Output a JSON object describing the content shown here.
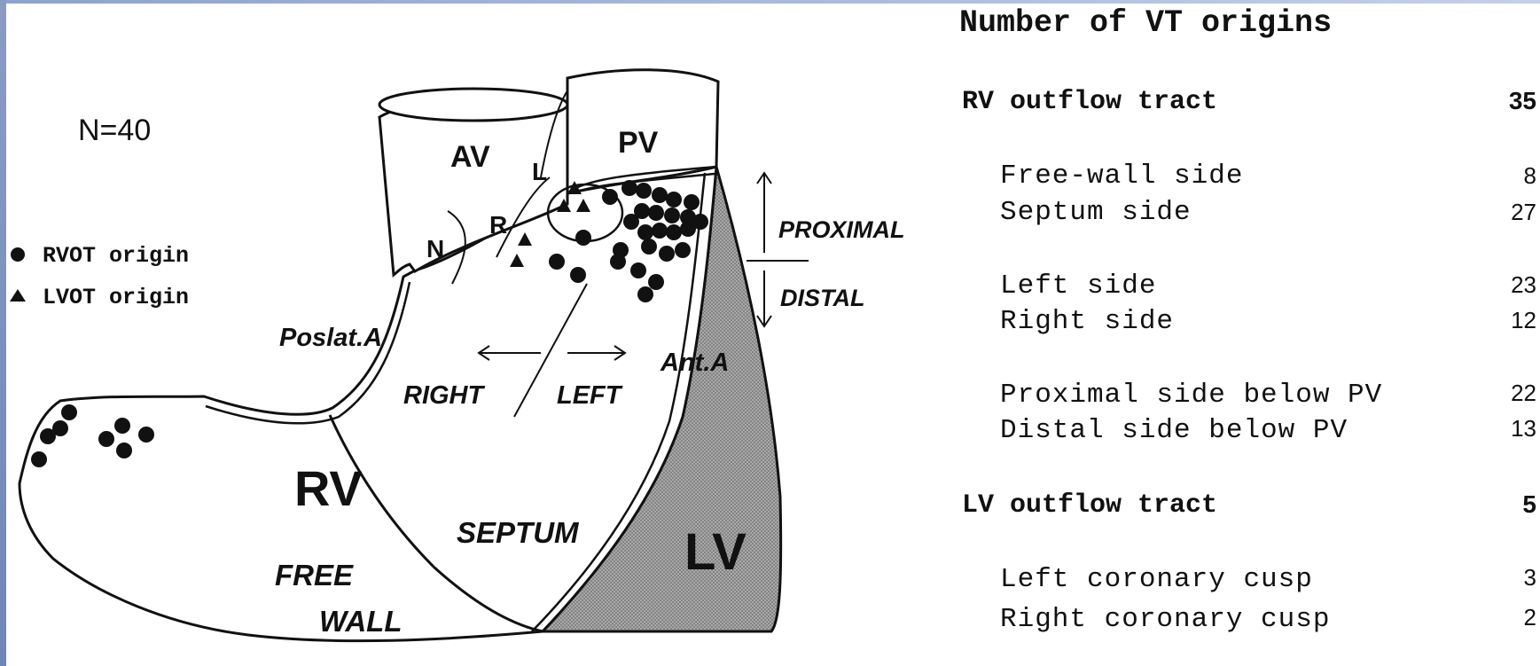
{
  "diagram": {
    "n_label": "N=40",
    "legend": [
      {
        "symbol": "●",
        "label": "RVOT origin"
      },
      {
        "symbol": "▲",
        "label": "LVOT origin"
      }
    ],
    "labels": {
      "av": "AV",
      "pv": "PV",
      "cusp_l": "L",
      "cusp_r": "R",
      "cusp_n": "N",
      "proximal": "PROXIMAL",
      "distal": "DISTAL",
      "poslat": "Poslat.A",
      "ant": "Ant.A",
      "right": "RIGHT",
      "left": "LEFT",
      "rv": "RV",
      "septum": "SEPTUM",
      "free": "FREE",
      "wall": "WALL",
      "lv": "LV"
    },
    "colors": {
      "ink": "#111111",
      "lv_fill": "#8c8c8c"
    }
  },
  "table": {
    "title": "Number of VT origins",
    "rows": [
      {
        "label": "RV outflow tract",
        "value": "35"
      },
      {
        "label": "Free-wall side",
        "value": "8"
      },
      {
        "label": "Septum side",
        "value": "27"
      },
      {
        "label": "Left side",
        "value": "23"
      },
      {
        "label": "Right side",
        "value": "12"
      },
      {
        "label": "Proximal side below PV",
        "value": "22"
      },
      {
        "label": "Distal side below PV",
        "value": "13"
      },
      {
        "label": "LV outflow tract",
        "value": "5"
      },
      {
        "label": "Left coronary cusp",
        "value": "3"
      },
      {
        "label": "Right coronary cusp",
        "value": "2"
      }
    ]
  }
}
